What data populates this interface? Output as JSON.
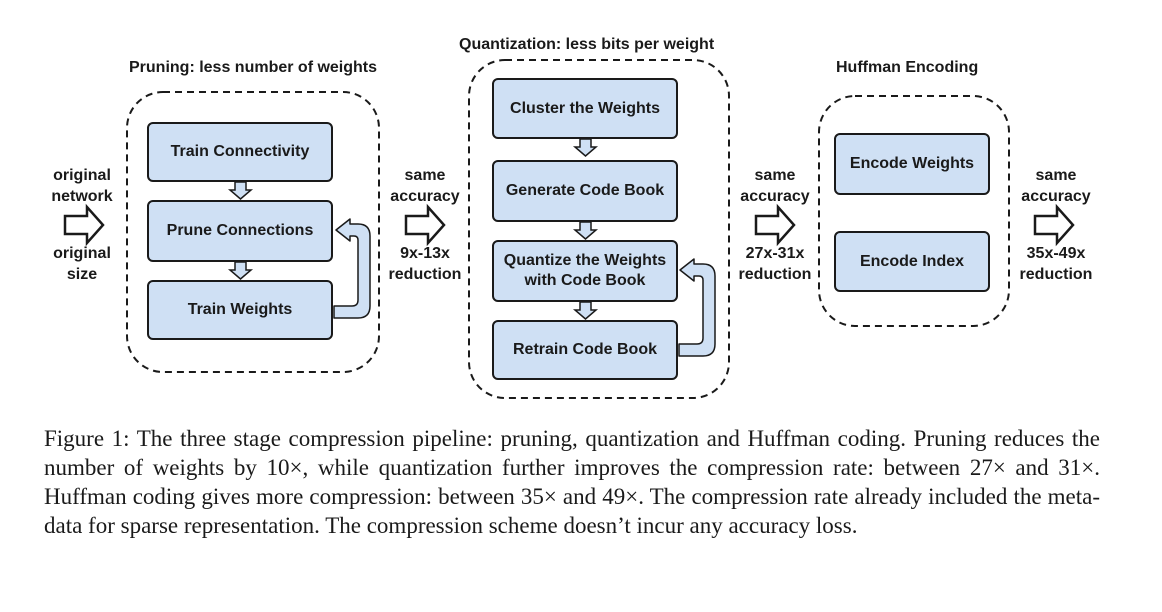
{
  "stages": {
    "pruning": {
      "title": "Pruning: less number of weights",
      "boxes": [
        "Train Connectivity",
        "Prune Connections",
        "Train Weights"
      ]
    },
    "quantization": {
      "title": "Quantization: less bits per weight",
      "boxes": [
        "Cluster the Weights",
        "Generate Code Book",
        "Quantize the Weights with Code Book",
        "Retrain Code Book"
      ]
    },
    "huffman": {
      "title": "Huffman Encoding",
      "boxes": [
        "Encode Weights",
        "Encode Index"
      ]
    }
  },
  "side_labels": {
    "input_top": "original network",
    "input_bottom": "original size",
    "after_pruning_top": "same accuracy",
    "after_pruning_bottom": "9x-13x reduction",
    "after_quantization_top": "same accuracy",
    "after_quantization_bottom": "27x-31x reduction",
    "after_huffman_top": "same accuracy",
    "after_huffman_bottom": "35x-49x reduction"
  },
  "caption": "Figure 1: The three stage compression pipeline: pruning, quantization and Huffman coding. Pruning reduces the number of weights by 10×, while quantization further improves the compression rate: between 27× and 31×. Huffman coding gives more compression: between 35× and 49×. The compression rate already included the meta-data for sparse representation. The compression scheme doesn’t incur any accuracy loss.",
  "colors": {
    "box_fill": "#cfe0f4",
    "stroke": "#1a1a1a",
    "background": "#ffffff"
  }
}
